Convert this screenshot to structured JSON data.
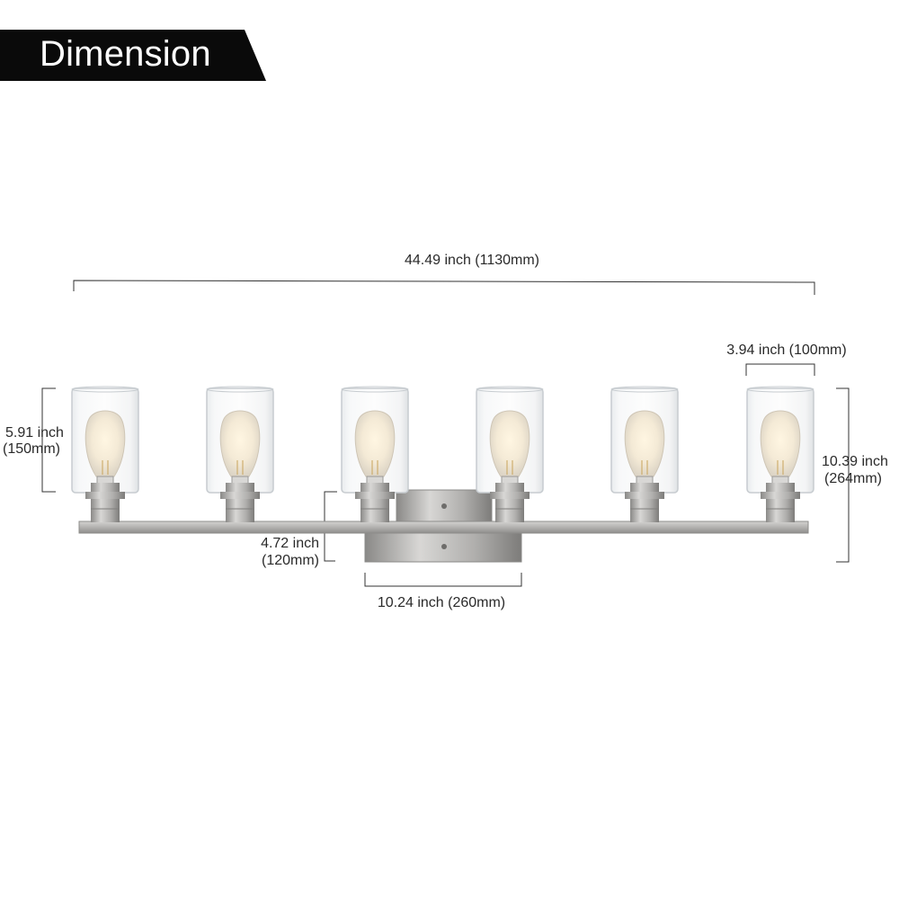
{
  "header": {
    "title": "Dimension"
  },
  "dimensions": {
    "overall_width": "44.49 inch (1130mm)",
    "shade_width": "3.94 inch (100mm)",
    "shade_height_in": "5.91 inch",
    "shade_height_mm": "(150mm)",
    "total_height_in": "10.39 inch",
    "total_height_mm": "(264mm)",
    "extension_in": "4.72 inch",
    "extension_mm": "(120mm)",
    "backplate_width": "10.24 inch (260mm)"
  },
  "fixture": {
    "lights": 6,
    "finish_color": "#b9b8b6",
    "glass": "clear seeded glass cylinder",
    "bulb": "edison-bulb"
  }
}
